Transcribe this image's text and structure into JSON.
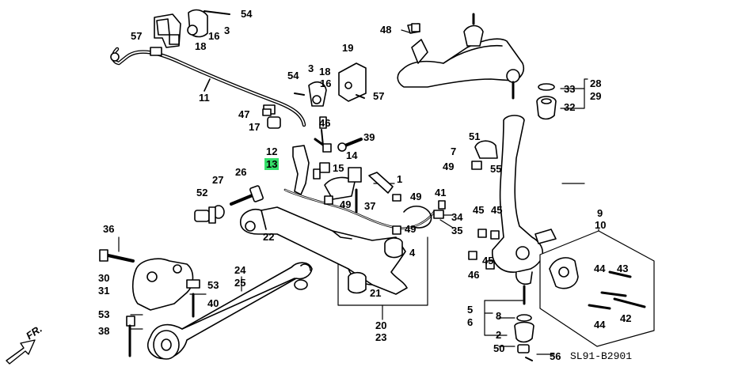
{
  "diagram": {
    "code": "SL91-B2901",
    "direction_label": "FR.",
    "highlight_color": "#35e06a",
    "callouts": [
      {
        "id": "54a",
        "text": "54",
        "highlight": false
      },
      {
        "id": "3a",
        "text": "3",
        "highlight": false
      },
      {
        "id": "16a",
        "text": "16",
        "highlight": false
      },
      {
        "id": "57a",
        "text": "57",
        "highlight": false
      },
      {
        "id": "18a",
        "text": "18",
        "highlight": false
      },
      {
        "id": "11",
        "text": "11",
        "highlight": false
      },
      {
        "id": "47",
        "text": "47",
        "highlight": false
      },
      {
        "id": "17",
        "text": "17",
        "highlight": false
      },
      {
        "id": "48",
        "text": "48",
        "highlight": false
      },
      {
        "id": "19",
        "text": "19",
        "highlight": false
      },
      {
        "id": "54b",
        "text": "54",
        "highlight": false
      },
      {
        "id": "3b",
        "text": "3",
        "highlight": false
      },
      {
        "id": "18b",
        "text": "18",
        "highlight": false
      },
      {
        "id": "16b",
        "text": "16",
        "highlight": false
      },
      {
        "id": "57b",
        "text": "57",
        "highlight": false
      },
      {
        "id": "28",
        "text": "28",
        "highlight": false
      },
      {
        "id": "29",
        "text": "29",
        "highlight": false
      },
      {
        "id": "33",
        "text": "33",
        "highlight": false
      },
      {
        "id": "32",
        "text": "32",
        "highlight": false
      },
      {
        "id": "46a",
        "text": "46",
        "highlight": false
      },
      {
        "id": "39",
        "text": "39",
        "highlight": false
      },
      {
        "id": "12",
        "text": "12",
        "highlight": false
      },
      {
        "id": "13",
        "text": "13",
        "highlight": true
      },
      {
        "id": "14",
        "text": "14",
        "highlight": false
      },
      {
        "id": "15",
        "text": "15",
        "highlight": false
      },
      {
        "id": "51",
        "text": "51",
        "highlight": false
      },
      {
        "id": "7",
        "text": "7",
        "highlight": false
      },
      {
        "id": "49a",
        "text": "49",
        "highlight": false
      },
      {
        "id": "55",
        "text": "55",
        "highlight": false
      },
      {
        "id": "1",
        "text": "1",
        "highlight": false
      },
      {
        "id": "27",
        "text": "27",
        "highlight": false
      },
      {
        "id": "26",
        "text": "26",
        "highlight": false
      },
      {
        "id": "52",
        "text": "52",
        "highlight": false
      },
      {
        "id": "49b",
        "text": "49",
        "highlight": false
      },
      {
        "id": "49c",
        "text": "49",
        "highlight": false
      },
      {
        "id": "37",
        "text": "37",
        "highlight": false
      },
      {
        "id": "41",
        "text": "41",
        "highlight": false
      },
      {
        "id": "34",
        "text": "34",
        "highlight": false
      },
      {
        "id": "35",
        "text": "35",
        "highlight": false
      },
      {
        "id": "49d",
        "text": "49",
        "highlight": false
      },
      {
        "id": "45a",
        "text": "45",
        "highlight": false
      },
      {
        "id": "45b",
        "text": "45",
        "highlight": false
      },
      {
        "id": "45c",
        "text": "45",
        "highlight": false
      },
      {
        "id": "46b",
        "text": "46",
        "highlight": false
      },
      {
        "id": "9",
        "text": "9",
        "highlight": false
      },
      {
        "id": "10",
        "text": "10",
        "highlight": false
      },
      {
        "id": "36",
        "text": "36",
        "highlight": false
      },
      {
        "id": "22",
        "text": "22",
        "highlight": false
      },
      {
        "id": "4",
        "text": "4",
        "highlight": false
      },
      {
        "id": "30",
        "text": "30",
        "highlight": false
      },
      {
        "id": "31",
        "text": "31",
        "highlight": false
      },
      {
        "id": "53a",
        "text": "53",
        "highlight": false
      },
      {
        "id": "40",
        "text": "40",
        "highlight": false
      },
      {
        "id": "24",
        "text": "24",
        "highlight": false
      },
      {
        "id": "25",
        "text": "25",
        "highlight": false
      },
      {
        "id": "53b",
        "text": "53",
        "highlight": false
      },
      {
        "id": "38",
        "text": "38",
        "highlight": false
      },
      {
        "id": "21",
        "text": "21",
        "highlight": false
      },
      {
        "id": "20",
        "text": "20",
        "highlight": false
      },
      {
        "id": "23",
        "text": "23",
        "highlight": false
      },
      {
        "id": "44a",
        "text": "44",
        "highlight": false
      },
      {
        "id": "43",
        "text": "43",
        "highlight": false
      },
      {
        "id": "42",
        "text": "42",
        "highlight": false
      },
      {
        "id": "44b",
        "text": "44",
        "highlight": false
      },
      {
        "id": "5",
        "text": "5",
        "highlight": false
      },
      {
        "id": "6",
        "text": "6",
        "highlight": false
      },
      {
        "id": "8",
        "text": "8",
        "highlight": false
      },
      {
        "id": "2",
        "text": "2",
        "highlight": false
      },
      {
        "id": "50",
        "text": "50",
        "highlight": false
      },
      {
        "id": "56",
        "text": "56",
        "highlight": false
      }
    ]
  }
}
